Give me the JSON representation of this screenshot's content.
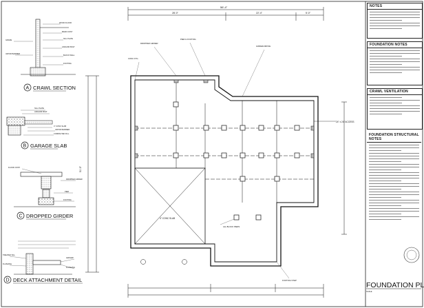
{
  "notes": {
    "notes_title": "NOTES",
    "foundation_notes_title": "FOUNDATION NOTES",
    "crawl_vent_title": "CRAWL VENTILATION",
    "structural_notes_title": "FOUNDATION STRUCTURAL NOTES"
  },
  "details": {
    "crawl_section": {
      "number": "A",
      "title": "CRAWL SECTION"
    },
    "garage_slab": {
      "number": "B",
      "title": "GARAGE SLAB"
    },
    "dropped_girder": {
      "number": "C",
      "title": "DROPPED GIRDER"
    },
    "deck_attachment": {
      "number": "D",
      "title": "DECK ATTACHMENT DETAIL"
    }
  },
  "plan": {
    "title": "FOUNDATION PLAN",
    "overall_width": "56'-4\"",
    "depth_dim": "51'-0\"",
    "seg_dims": [
      "28'-0\"",
      "22'-4\"",
      "5'-0\""
    ],
    "slab_note": "4\" CONC SLAB",
    "crawl_access": "24\" x 24\" ACCESS"
  },
  "colors": {
    "line": "#111111",
    "paper": "#ffffff",
    "wall_fill": "#d8d8d8"
  }
}
